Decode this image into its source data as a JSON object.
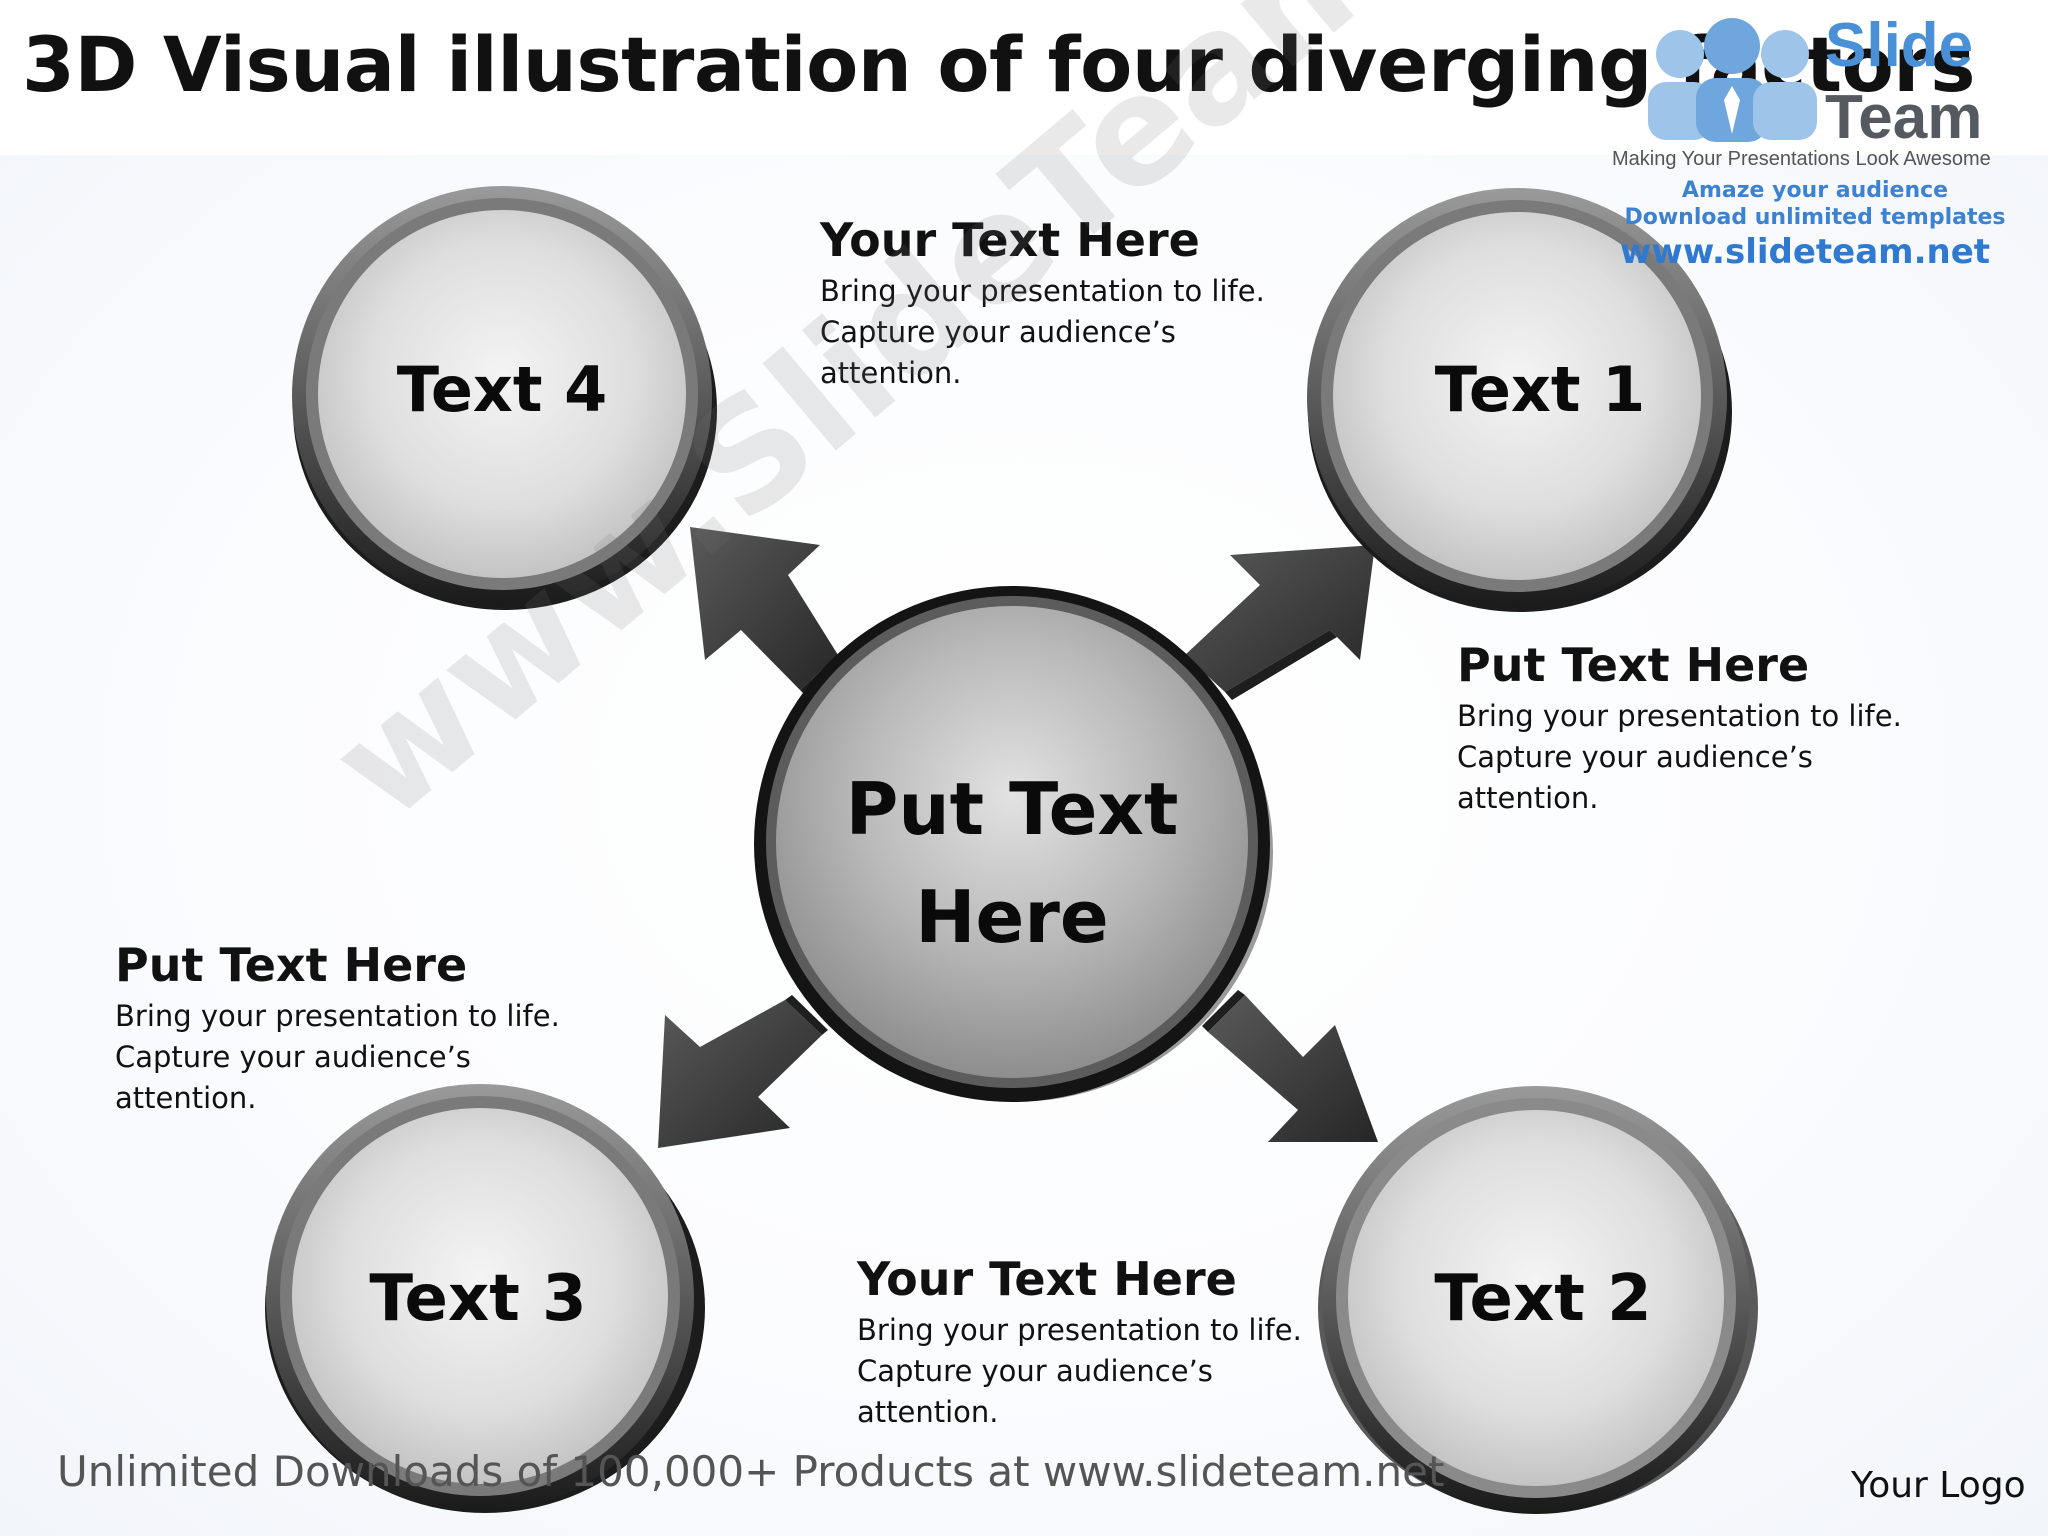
{
  "title": "3D Visual illustration of four diverging factors",
  "center": {
    "line1": "Put Text",
    "line2": "Here"
  },
  "nodes": [
    {
      "label": "Text 1"
    },
    {
      "label": "Text 2"
    },
    {
      "label": "Text 3"
    },
    {
      "label": "Text 4"
    }
  ],
  "callouts": {
    "top": {
      "heading": "Your Text Here",
      "lines": [
        "Bring your presentation to life.",
        "Capture your audience’s",
        "attention."
      ]
    },
    "right": {
      "heading": "Put Text Here",
      "lines": [
        "Bring your presentation to life.",
        "Capture your audience’s",
        "attention."
      ]
    },
    "left": {
      "heading": "Put Text Here",
      "lines": [
        "Bring your presentation to life.",
        "Capture your audience’s",
        "attention."
      ]
    },
    "bottom": {
      "heading": "Your Text Here",
      "lines": [
        "Bring your presentation to life.",
        "Capture your audience’s",
        "attention."
      ]
    }
  },
  "brand": {
    "slide": "Slide",
    "team": "Team",
    "tagline": "Making Your Presentations Look Awesome",
    "amaze": "Amaze your audience",
    "download": "Download unlimited templates",
    "url": "www.slideteam.net"
  },
  "watermark": "www.SlideTeam.net",
  "footer": "Unlimited Downloads of 100,000+ Products at www.slideteam.net",
  "your_logo": "Your Logo",
  "colors": {
    "arrow": "#3c3c3c",
    "ring_dark": "#1a1a1a",
    "disc_light": "#e6e6e6",
    "brand_blue": "#3d82d1"
  }
}
